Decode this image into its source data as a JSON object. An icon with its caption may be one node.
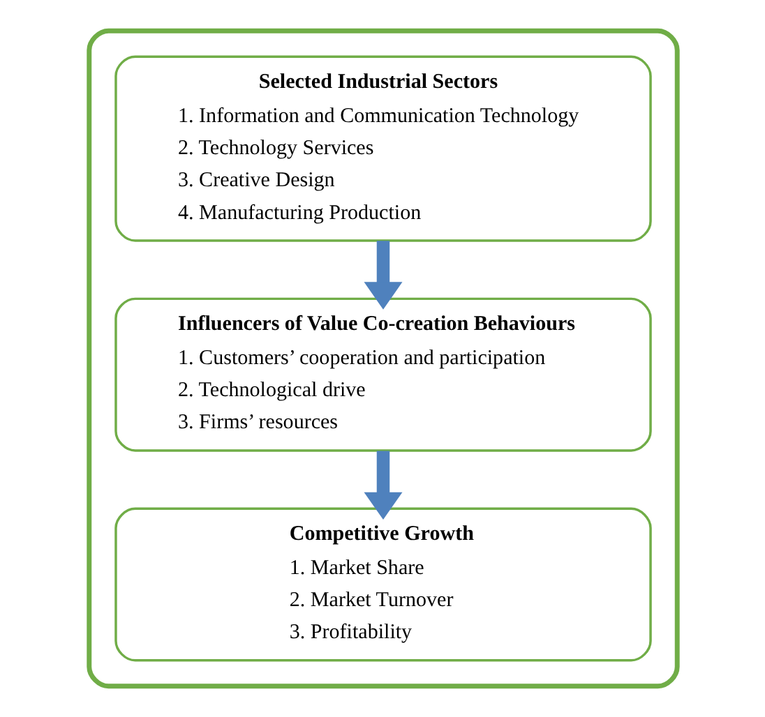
{
  "diagram": {
    "nodes": [
      {
        "text": [],
        "shape": "box"
      },
      {
        "text": [
          "Selected Industrial Sectors",
          "1. Information and Communication Technology",
          "2. Technology Services",
          "3. Creative Design",
          "4. Manufacturing Production"
        ],
        "in": 0
      },
      {
        "text": [
          "Influencers of Value Co-creation Behaviours",
          "1. Customers’ cooperation and participation",
          "2. Technological drive",
          "3. Firms’ resources"
        ],
        "in": 0
      },
      {
        "text": [
          "Competitive Growth",
          "1. Market Share",
          "2. Market Turnover",
          "3. Profitability"
        ],
        "in": 0
      }
    ],
    "edges": [
      {
        "from": 1,
        "to": 2,
        "arrow": "to"
      },
      {
        "from": 2,
        "to": 3,
        "arrow": "to"
      }
    ]
  }
}
